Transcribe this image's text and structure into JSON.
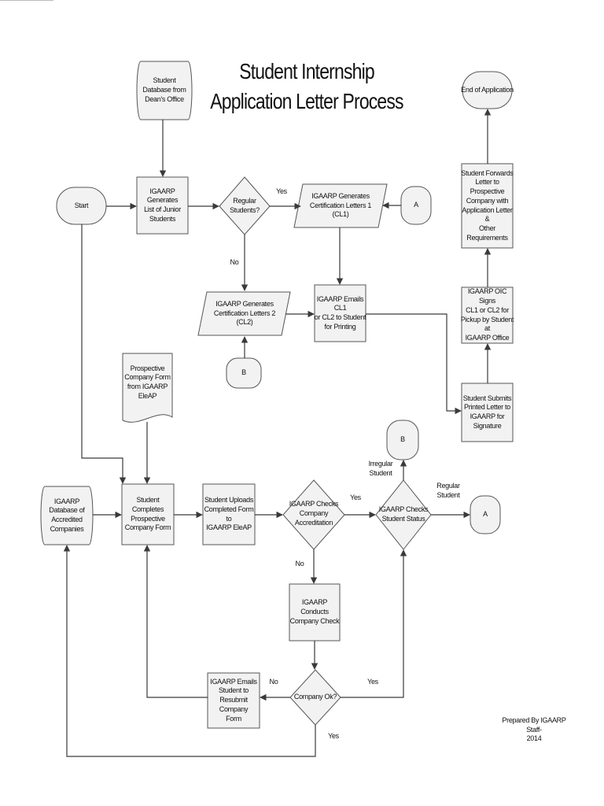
{
  "title_line1": "Student Internship",
  "title_line2": "Application Letter Process",
  "nodes": {
    "dean_db": "Student\nDatabase from\nDean's Office",
    "start": "Start",
    "gen_list": "IGAARP Generates\nList of Junior\nStudents",
    "regular_q": "Regular\nStudents?",
    "gen_cl1": "IGAARP Generates\nCertification Letters 1\n(CL1)",
    "conn_a_top": "A",
    "end": "End of Application",
    "forward": "Student Forwards\nLetter to\nProspective\nCompany with\nApplication Letter &\nOther Requirements",
    "gen_cl2": "IGAARP Generates\nCertification Letters 2\n(CL2)",
    "emails_cl": "IGAARP Emails CL1\nor CL2 to Student\nfor Printing",
    "oic_signs": "IGAARP OIC Signs\nCL1 or CL2 for\nPickup by Student at\nIGAARP Office",
    "conn_b_mid": "B",
    "prospective_form": "Prospective\nCompany Form\nfrom IGAARP\nEleAP",
    "submits": "Student Submits\nPrinted Letter to\nIGAARP for\nSignature",
    "conn_b_right": "B",
    "accredited_db": "IGAARP\nDatabase of\nAccredited\nCompanies",
    "completes": "Student Completes\nProspective\nCompany Form",
    "uploads": "Student Uploads\nCompleted Form to\nIGAARP EleAP",
    "checks_accred": "IGAARP Checks\nCompany\nAccreditation",
    "checks_status": "IGAARP Checks\nStudent Status",
    "conn_a_right": "A",
    "conducts": "IGAARP Conducts\nCompany Check",
    "emails_resubmit": "IGAARP Emails\nStudent to\nResubmit Company\nForm",
    "company_ok": "Company Ok?"
  },
  "edge_labels": {
    "yes_regular": "Yes",
    "no_regular": "No",
    "irregular_student": "Irregular\nStudent",
    "regular_student": "Regular\nStudent",
    "yes_accred": "Yes",
    "no_accred": "No",
    "no_ok": "No",
    "yes_ok_right": "Yes",
    "yes_ok_bottom": "Yes"
  },
  "footer": "Prepared By IGAARP Staff-\n2014"
}
